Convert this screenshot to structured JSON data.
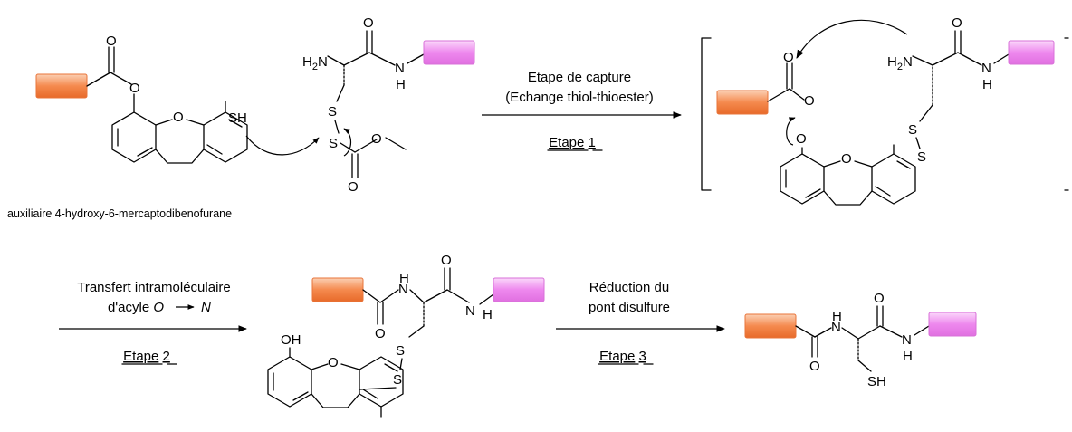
{
  "caption_auxiliary": "auxiliaire 4-hydroxy-6-mercaptodibenofurane",
  "step1": {
    "line1": "Etape de capture",
    "line2": "(Echange thiol-thioester)",
    "name": "Etape",
    "number": "1"
  },
  "step2": {
    "line1": "Transfert intramoléculaire",
    "line2_prefix": "d'acyle ",
    "line2_from": "O",
    "line2_to": "N",
    "name": "Etape",
    "number": "2"
  },
  "step3": {
    "line1": "Réduction du",
    "line2": "pont disulfure",
    "name": "Etape",
    "number": "3"
  },
  "atoms": {
    "O": "O",
    "S": "S",
    "SH": "SH",
    "OH": "OH",
    "NH": "N",
    "H": "H",
    "H2N": "H2N"
  },
  "colors": {
    "orange_box": "#f47c3c",
    "pink_box": "#ee82ee"
  }
}
